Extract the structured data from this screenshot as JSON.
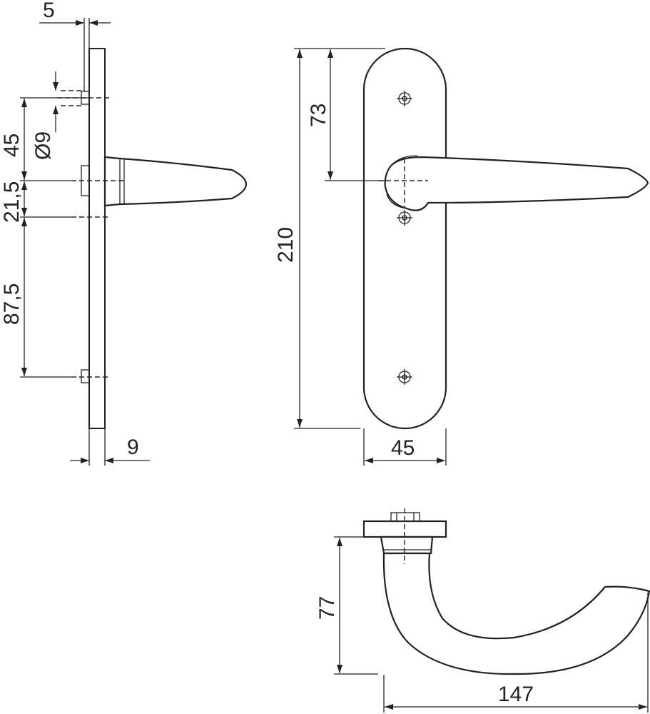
{
  "colors": {
    "ink": "#222222",
    "paper": "#ffffff"
  },
  "side_view": {
    "dim_plate_thickness": "5",
    "dim_pin_diameter": "Ø9",
    "dim_top_hole_to_spindle": "45",
    "dim_spindle_to_middle_hole": "21,5",
    "dim_middle_to_bottom_hole": "87,5",
    "dim_plate_depth": "9"
  },
  "front_view": {
    "dim_total_height": "210",
    "dim_top_to_spindle": "73",
    "dim_plate_width": "45"
  },
  "top_view": {
    "dim_projection": "77",
    "dim_handle_length": "147"
  }
}
